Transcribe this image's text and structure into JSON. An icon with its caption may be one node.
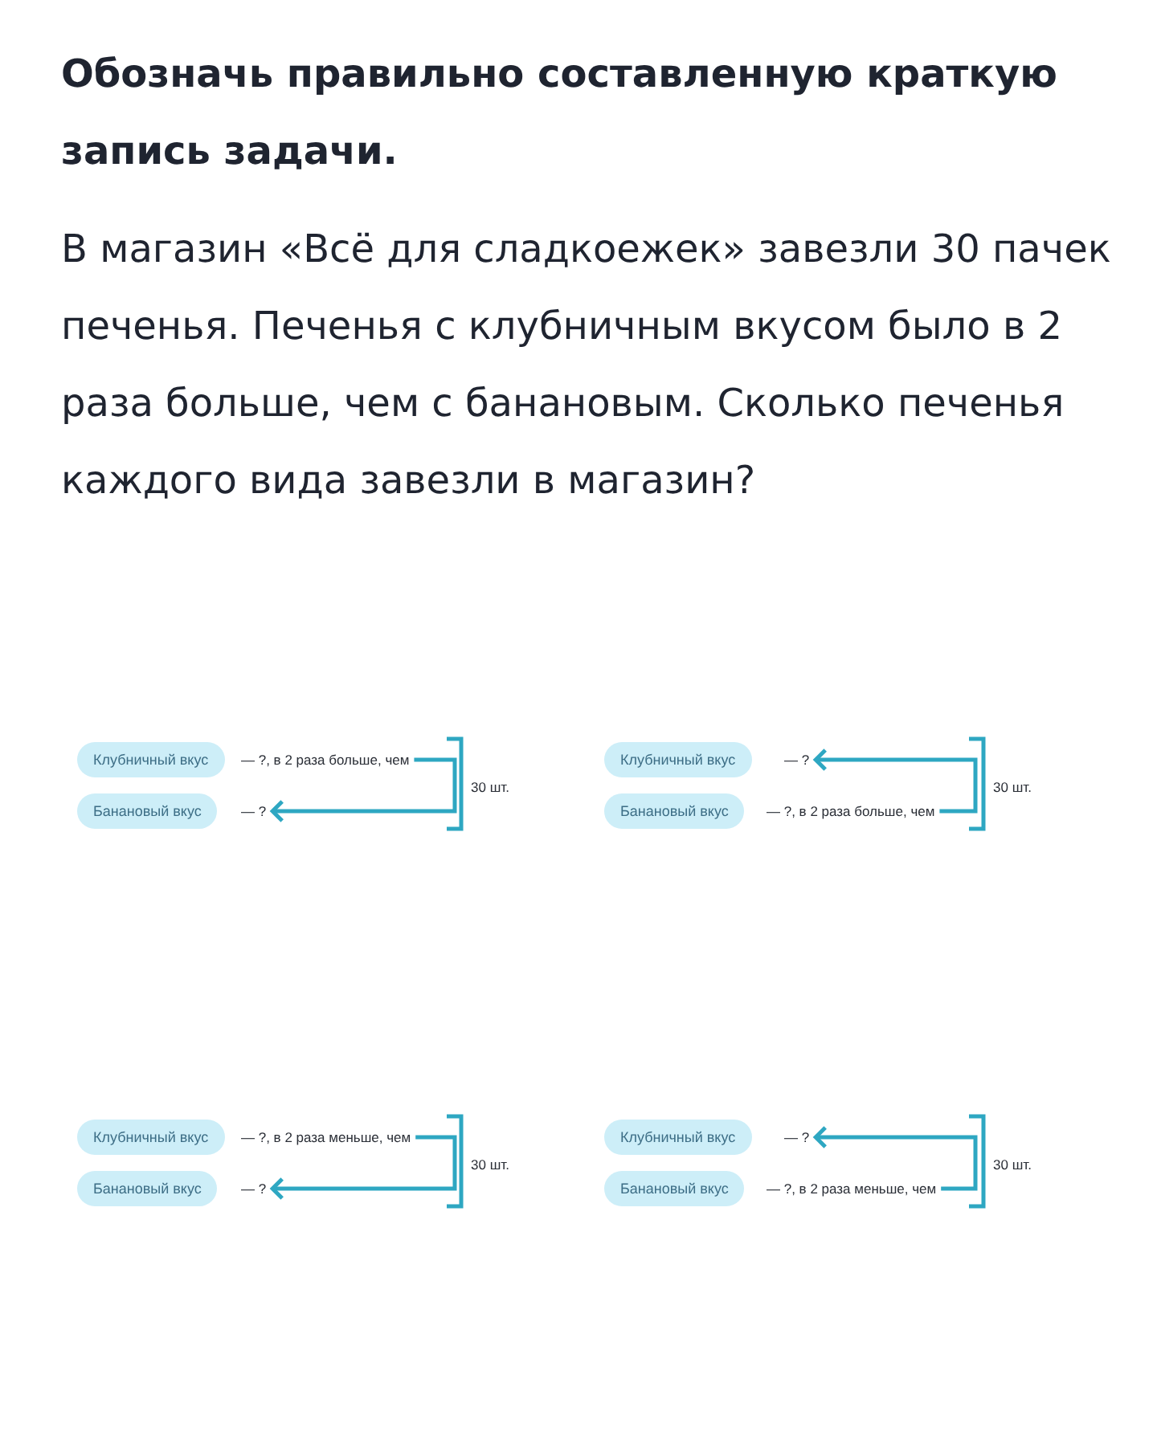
{
  "diagram": {
    "title": "Обозначь правильно составленную краткую запись задачи.",
    "nodes": [
      {
        "text": [
          "Клубничный вкус"
        ]
      },
      {
        "text": [
          "— ?, в 2 раза больше, чем"
        ]
      },
      {
        "text": [
          "Банановый вкус"
        ]
      },
      {
        "text": [
          "— ?"
        ]
      },
      {
        "text": [
          "Клубничный вкус"
        ]
      },
      {
        "text": [
          "— ?"
        ]
      },
      {
        "text": [
          "Банановый вкус"
        ]
      },
      {
        "text": [
          "— ?, в 2 раза больше, чем"
        ]
      },
      {
        "text": [
          "Клубничный вкус"
        ]
      },
      {
        "text": [
          "— ?, в 2 раза меньше, чем"
        ]
      },
      {
        "text": [
          "Банановый вкус"
        ]
      },
      {
        "text": [
          "— ?"
        ]
      },
      {
        "text": [
          "Клубничный вкус"
        ]
      },
      {
        "text": [
          "— ?"
        ]
      },
      {
        "text": [
          "Банановый вкус"
        ]
      },
      {
        "text": [
          "— ?, в 2 раза меньше, чем"
        ]
      }
    ],
    "edges": [
      {
        "from": 1,
        "to": 3,
        "arrow": "to"
      },
      {
        "from": 7,
        "to": 5,
        "arrow": "to"
      },
      {
        "from": 9,
        "to": 11,
        "arrow": "to"
      },
      {
        "from": 15,
        "to": 13,
        "arrow": "to"
      }
    ],
    "labels": [
      "В магазин «Всё для сладкоежек» завезли 30 пачек печенья. Печенья с клубничным вкусом было в 2 раза больше, чем с банановым. Сколько печенья каждого вида завезли в магазин?",
      "30 шт.",
      "30 шт.",
      "30 шт.",
      "30 шт."
    ]
  }
}
